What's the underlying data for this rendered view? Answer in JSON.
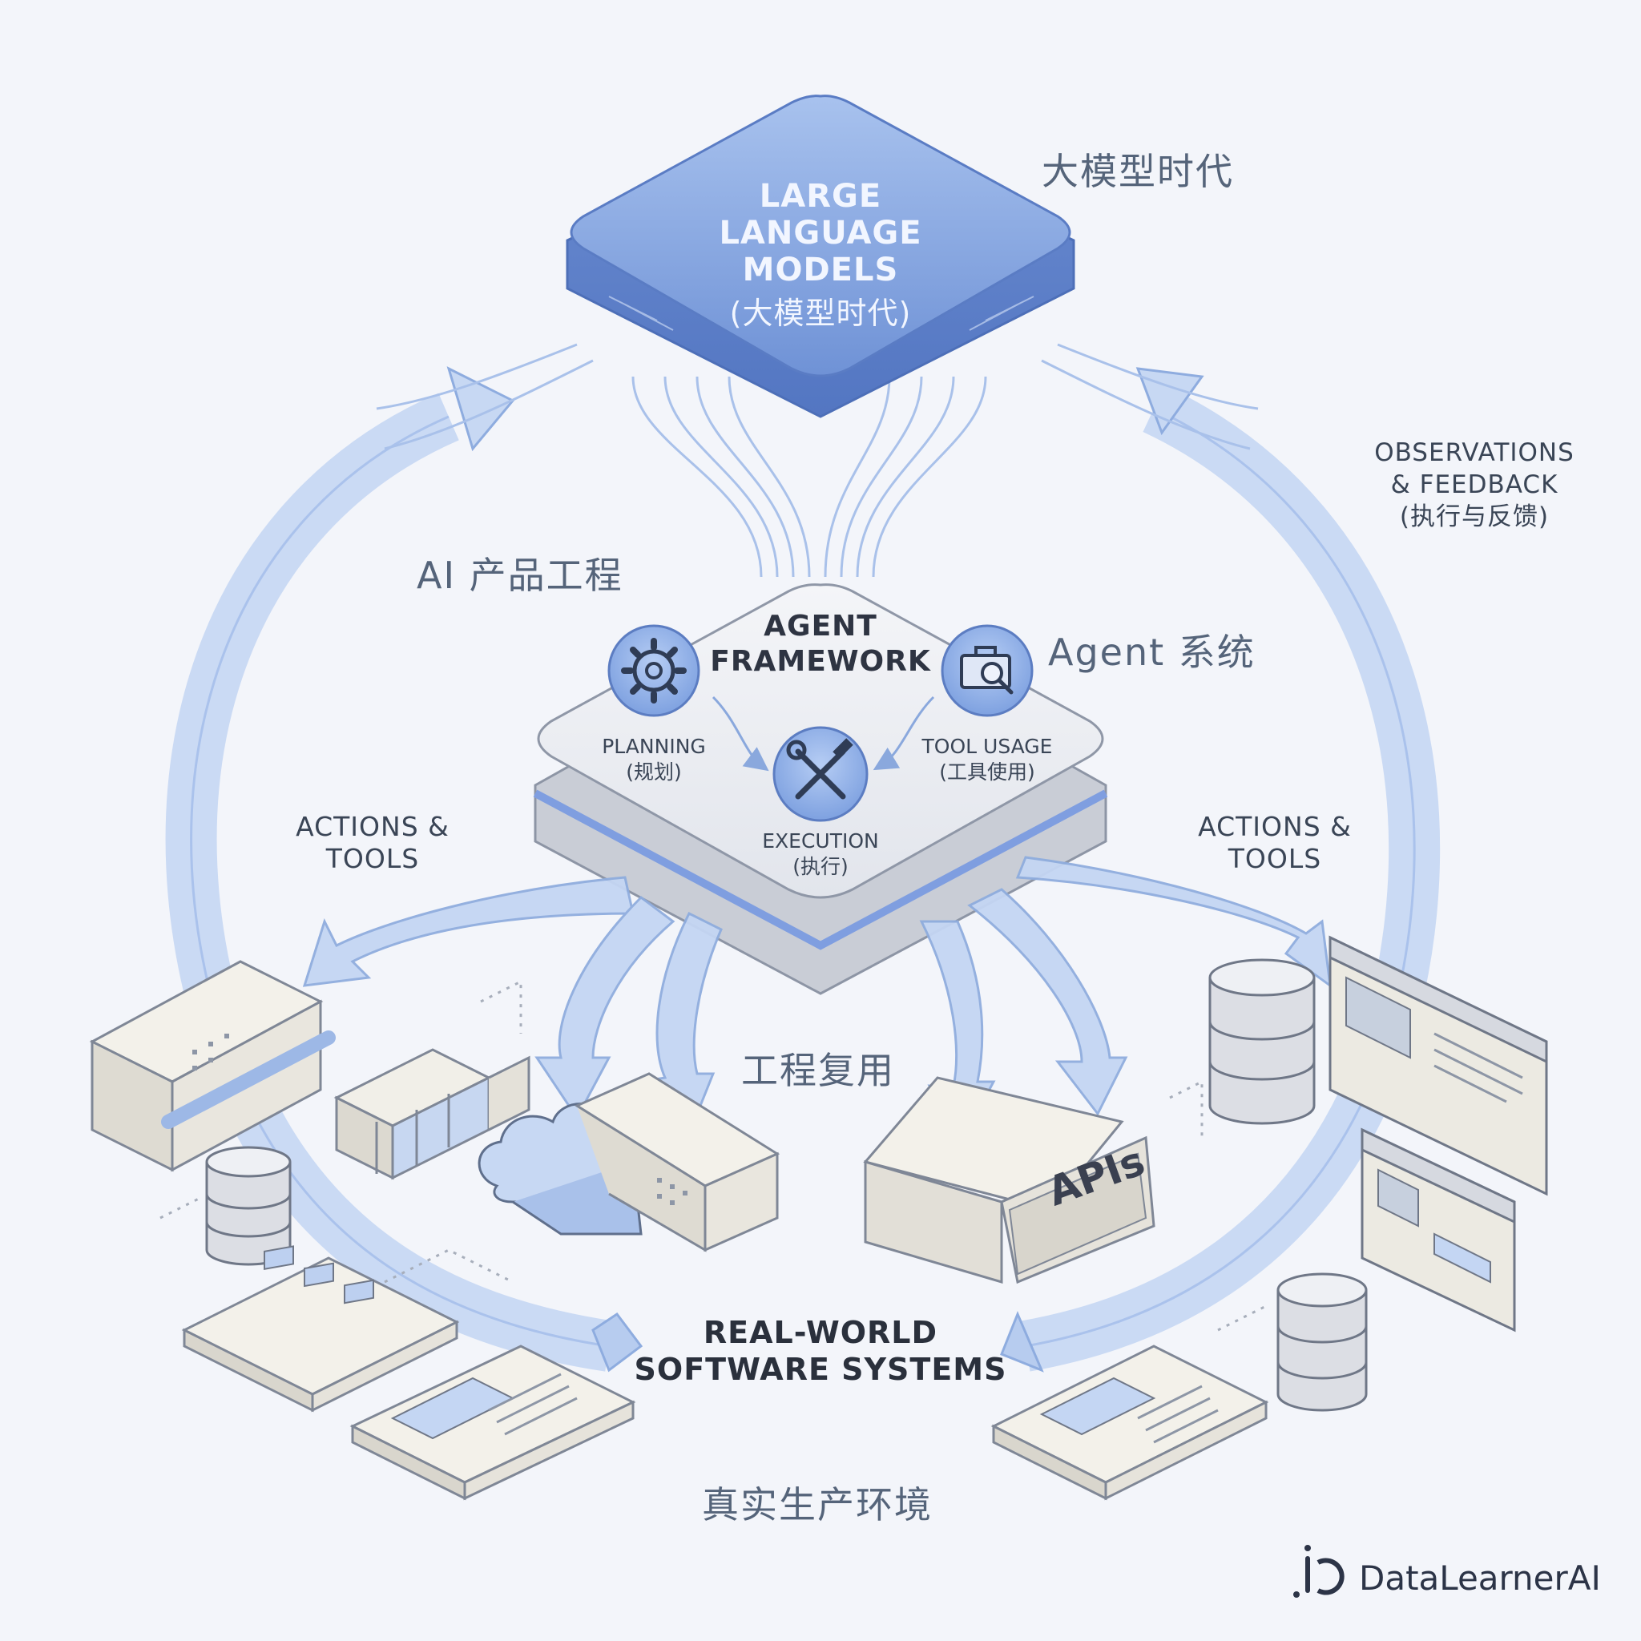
{
  "llm": {
    "line1": "LARGE",
    "line2": "LANGUAGE",
    "line3": "MODELS",
    "line4": "(大模型时代)"
  },
  "era_label": "大模型时代",
  "observations": {
    "line1": "OBSERVATIONS",
    "line2": "& FEEDBACK",
    "line3": "(执行与反馈)"
  },
  "ai_product_label": "AI 产品工程",
  "agent": {
    "line1": "AGENT",
    "line2": "FRAMEWORK",
    "planning": "PLANNING",
    "planning_zh": "(规划)",
    "tool_usage": "TOOL USAGE",
    "tool_usage_zh": "(工具使用)",
    "execution": "EXECUTION",
    "execution_zh": "(执行)"
  },
  "agent_system_label": "Agent 系统",
  "actions_left": {
    "line1": "ACTIONS &",
    "line2": "TOOLS"
  },
  "actions_right": {
    "line1": "ACTIONS &",
    "line2": "TOOLS"
  },
  "reuse_label": "工程复用",
  "apis_label": "APIs",
  "real_world": {
    "line1": "REAL-WORLD",
    "line2": "SOFTWARE SYSTEMS"
  },
  "production_label": "真实生产环境",
  "brand": {
    "name": "DataLearnerAI"
  },
  "colors": {
    "accent_blue": "#7b9fdc",
    "arrow_blue": "#b8cdf0",
    "box_face": "#eceae2",
    "icon_blue": "#8fb0e8"
  },
  "icons": [
    "gear-icon",
    "toolbox-search-icon",
    "wrench-hammer-icon",
    "cloud-icon",
    "database-icon",
    "brand-logo-icon"
  ]
}
